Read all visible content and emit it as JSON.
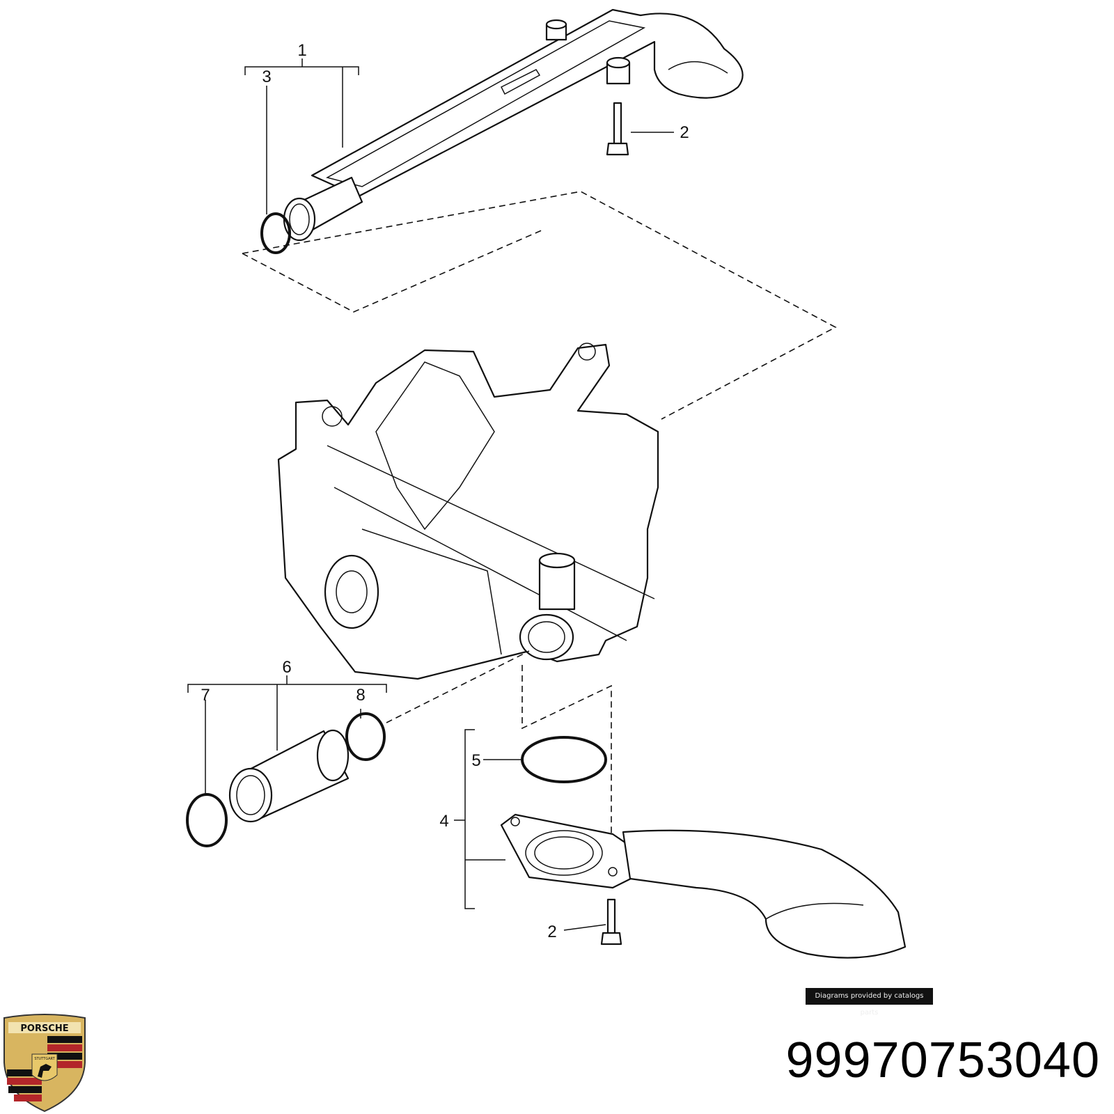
{
  "diagram": {
    "callouts": {
      "c1": "1",
      "c2_top": "2",
      "c3": "3",
      "c6": "6",
      "c7": "7",
      "c8": "8",
      "c5": "5",
      "c4": "4",
      "c2_bottom": "2"
    }
  },
  "credit": "Diagrams provided by catalogs parts",
  "part_number": "99970753040",
  "logo": {
    "text": "PORSCHE",
    "subtext": "STUTTGART",
    "colors": {
      "gold": "#d8b560",
      "red": "#b3262a",
      "black": "#111111"
    }
  }
}
